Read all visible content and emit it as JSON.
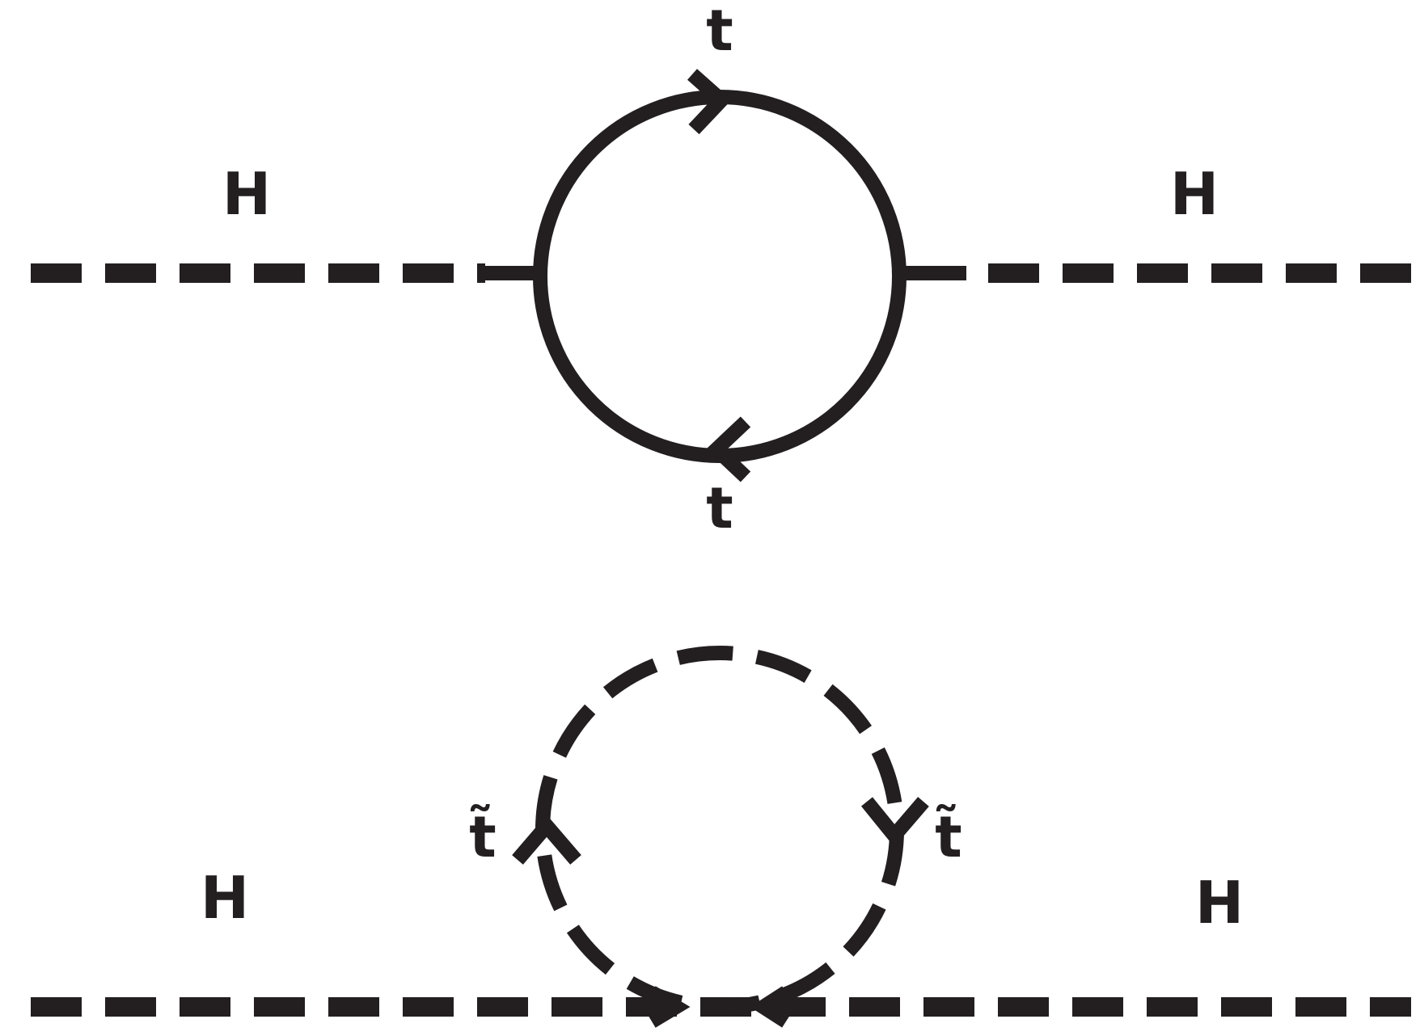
{
  "top_diagram": {
    "external_left_label": "H",
    "external_right_label": "H",
    "loop_top_label": "t",
    "loop_bottom_label": "t"
  },
  "bottom_diagram": {
    "external_left_label": "H",
    "external_right_label": "H",
    "loop_left_label": "t̃",
    "loop_right_label": "t̃"
  }
}
